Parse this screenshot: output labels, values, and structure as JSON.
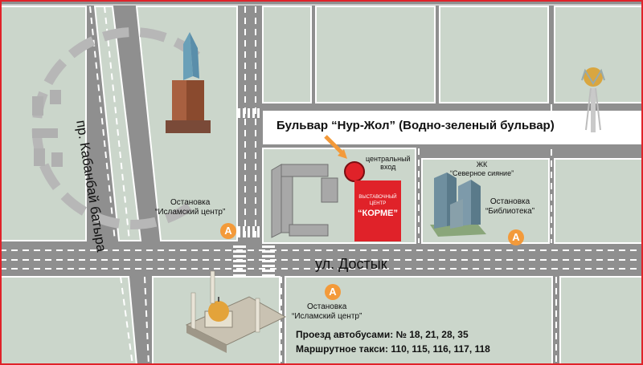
{
  "streets": {
    "boulevard": "Бульвар “Нур-Жол” (Водно-зеленый бульвар)",
    "avenue": "пр. Кабанбай батыра",
    "street": "ул. Достык"
  },
  "entrance": {
    "line1": "центральный",
    "line2": "вход"
  },
  "exhibition": {
    "line1": "ВЫСТАВОЧНЫЙ",
    "line2": "ЦЕНТР",
    "name": "“КОРМЕ”"
  },
  "stops": [
    {
      "marker": "A",
      "line1": "Остановка",
      "line2": "“Исламский центр”"
    },
    {
      "marker": "A",
      "line1": "Остановка",
      "line2": "“Библиотека”"
    },
    {
      "marker": "A",
      "line1": "Остановка",
      "line2": "“Исламский центр”"
    }
  ],
  "residential": {
    "line1": "ЖК",
    "line2": "“Северное сияние”"
  },
  "transit": {
    "buses": "Проезд автобусами: № 18, 21, 28, 35",
    "taxis": "Маршрутное такси: 110, 115, 116, 117, 118"
  },
  "colors": {
    "road": "#8f8f8f",
    "block": "#cbd6cb",
    "boulevard": "#ffffff",
    "frame": "#e02229",
    "accent": "#f39a3a",
    "building": "#a8a8a8"
  },
  "icons": [
    "tower-icon",
    "baiterek-icon",
    "mosque-icon",
    "residential-building-icon",
    "stop-marker-icon",
    "direction-arrow-icon",
    "entrance-marker-icon"
  ]
}
